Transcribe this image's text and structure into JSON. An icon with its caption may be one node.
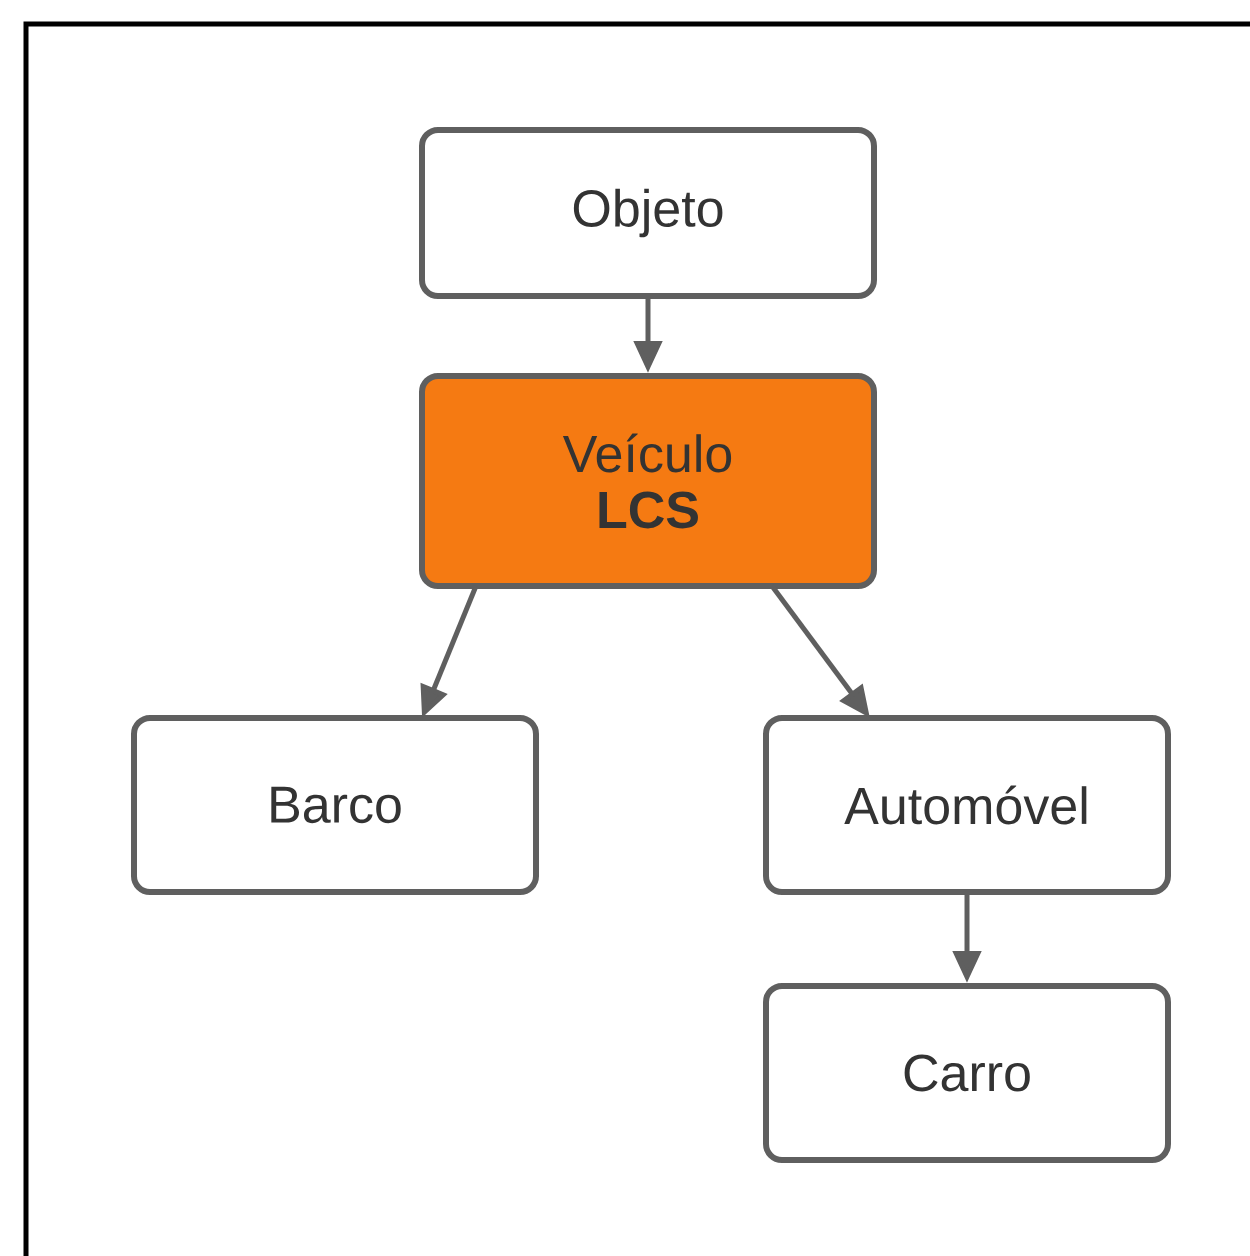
{
  "diagram": {
    "nodes": [
      {
        "text": [
          "Objeto"
        ]
      },
      {
        "text": [
          "Veículo",
          "LCS"
        ]
      },
      {
        "text": [
          "Barco"
        ]
      },
      {
        "text": [
          "Automóvel"
        ]
      },
      {
        "text": [
          "Carro"
        ]
      }
    ],
    "edges": [
      {
        "from": 0,
        "to": 1,
        "arrow": "to"
      },
      {
        "from": 1,
        "to": 2,
        "arrow": "to"
      },
      {
        "from": 1,
        "to": 3,
        "arrow": "to"
      },
      {
        "from": 3,
        "to": 4,
        "arrow": "to"
      }
    ]
  }
}
